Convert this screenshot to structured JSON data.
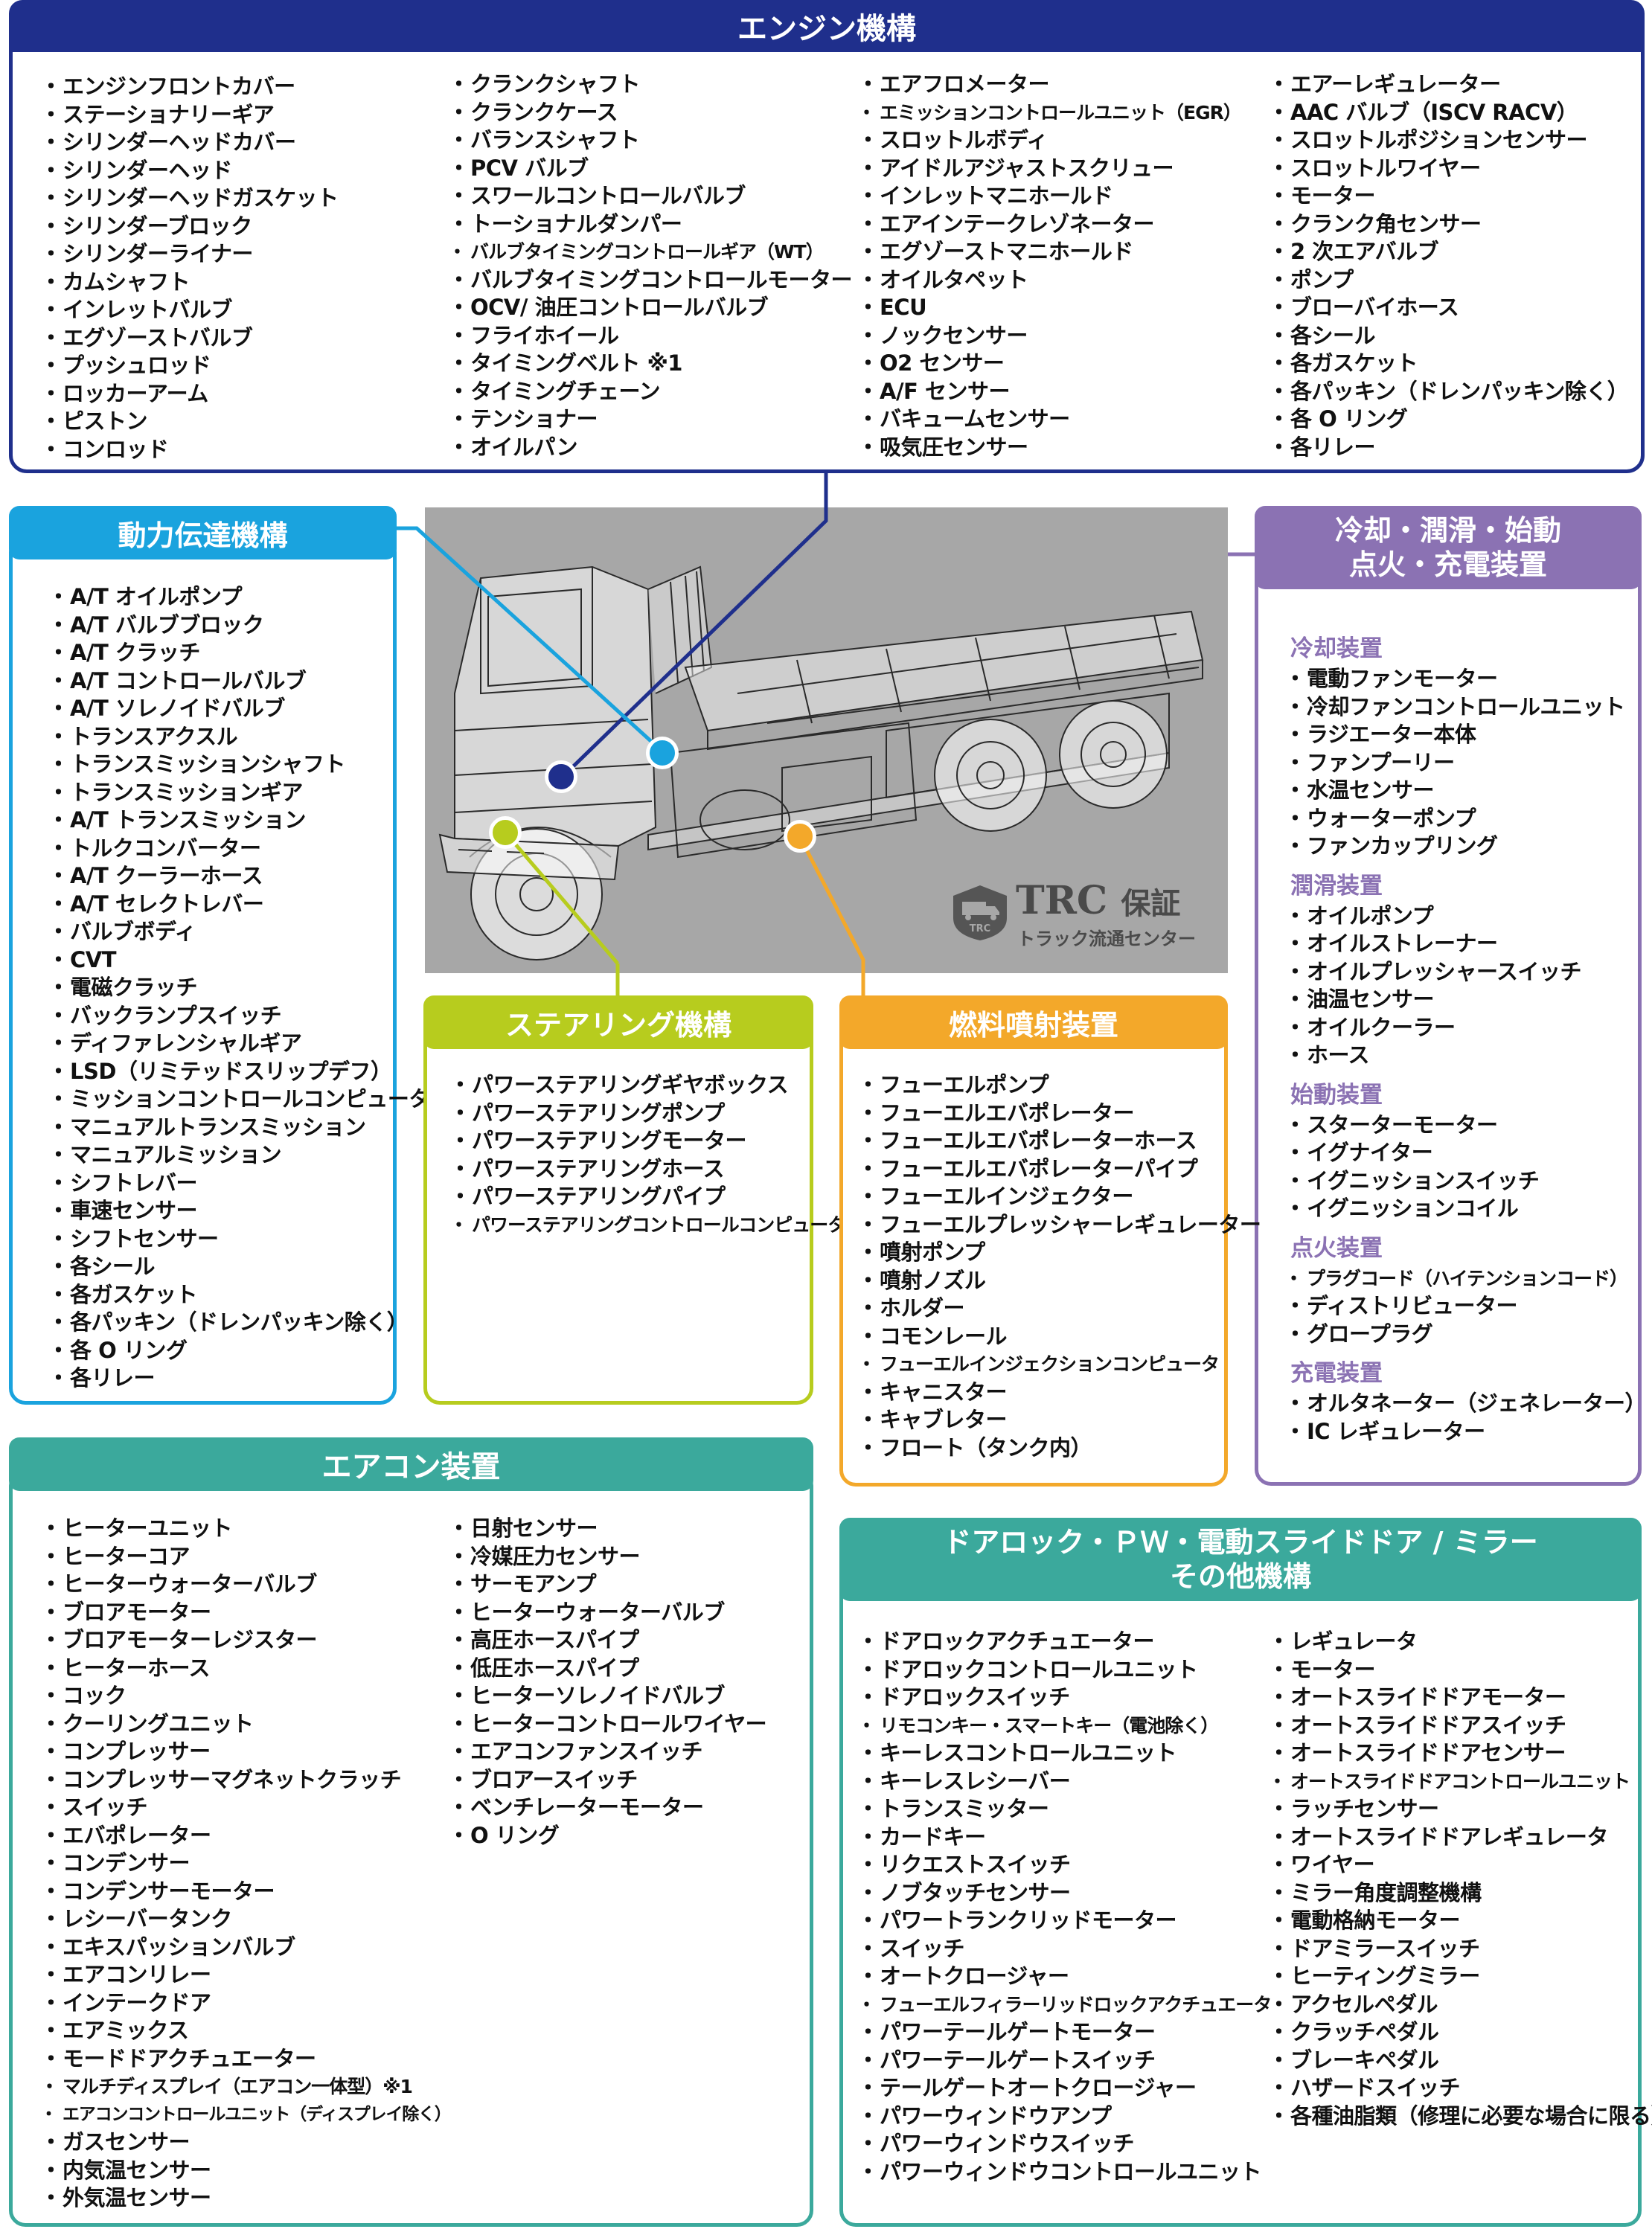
{
  "engine": {
    "title": "エンジン機構",
    "color": "#1f2f8c",
    "col1": [
      "エンジンフロントカバー",
      "ステーショナリーギア",
      "シリンダーヘッドカバー",
      "シリンダーヘッド",
      "シリンダーヘッドガスケット",
      "シリンダーブロック",
      "シリンダーライナー",
      "カムシャフト",
      "インレットバルブ",
      "エグゾーストバルブ",
      "プッシュロッド",
      "ロッカーアーム",
      "ピストン",
      "コンロッド"
    ],
    "col2": [
      "クランクシャフト",
      "クランクケース",
      "バランスシャフト",
      "PCV バルブ",
      "スワールコントロールバルブ",
      "トーショナルダンパー",
      "バルブタイミングコントロールギア（WT）",
      "バルブタイミングコントロールモーター",
      "OCV/ 油圧コントロールバルブ",
      "フライホイール",
      "タイミングベルト ※1",
      "タイミングチェーン",
      "テンショナー",
      "オイルパン"
    ],
    "col3": [
      "エアフロメーター",
      "エミッションコントロールユニット（EGR）",
      "スロットルボディ",
      "アイドルアジャストスクリュー",
      "インレットマニホールド",
      "エアインテークレゾネーター",
      "エグゾーストマニホールド",
      "オイルタペット",
      "ECU",
      "ノックセンサー",
      "O2 センサー",
      "A/F センサー",
      "バキュームセンサー",
      "吸気圧センサー"
    ],
    "col4": [
      "エアーレギュレーター",
      "AAC バルブ（ISCV RACV）",
      "スロットルポジションセンサー",
      "スロットルワイヤー",
      "モーター",
      "クランク角センサー",
      "2 次エアバルブ",
      "ポンプ",
      "ブローバイホース",
      "各シール",
      "各ガスケット",
      "各パッキン（ドレンパッキン除く）",
      "各 O リング",
      "各リレー"
    ]
  },
  "power": {
    "title": "動力伝達機構",
    "color": "#1aa3de",
    "items": [
      "A/T オイルポンプ",
      "A/T バルブブロック",
      "A/T クラッチ",
      "A/T コントロールバルブ",
      "A/T ソレノイドバルブ",
      "トランスアクスル",
      "トランスミッションシャフト",
      "トランスミッションギア",
      "A/T トランスミッション",
      "トルクコンバーター",
      "A/T クーラーホース",
      "A/T セレクトレバー",
      "バルブボディ",
      "CVT",
      "電磁クラッチ",
      "バックランプスイッチ",
      "ディファレンシャルギア",
      "LSD（リミテッドスリップデフ）",
      "ミッションコントロールコンピュータ",
      "マニュアルトランスミッション",
      "マニュアルミッション",
      "シフトレバー",
      "車速センサー",
      "シフトセンサー",
      "各シール",
      "各ガスケット",
      "各パッキン（ドレンパッキン除く）",
      "各 O リング",
      "各リレー"
    ]
  },
  "cooling": {
    "title_line1": "冷却・潤滑・始動",
    "title_line2": "点火・充電装置",
    "color": "#8b72b3",
    "groups": [
      {
        "name": "冷却装置",
        "items": [
          "電動ファンモーター",
          "冷却ファンコントロールユニット",
          "ラジエーター本体",
          "ファンプーリー",
          "水温センサー",
          "ウォーターポンプ",
          "ファンカップリング"
        ]
      },
      {
        "name": "潤滑装置",
        "items": [
          "オイルポンプ",
          "オイルストレーナー",
          "オイルプレッシャースイッチ",
          "油温センサー",
          "オイルクーラー",
          "ホース"
        ]
      },
      {
        "name": "始動装置",
        "items": [
          "スターターモーター",
          "イグナイター",
          "イグニッションスイッチ",
          "イグニッションコイル"
        ]
      },
      {
        "name": "点火装置",
        "items": [
          "プラグコード（ハイテンションコード）",
          "ディストリビューター",
          "グロープラグ"
        ]
      },
      {
        "name": "充電装置",
        "items": [
          "オルタネーター（ジェネレーター）",
          "IC レギュレーター"
        ]
      }
    ]
  },
  "steering": {
    "title": "ステアリング機構",
    "color": "#b7cc1e",
    "items": [
      "パワーステアリングギヤボックス",
      "パワーステアリングポンプ",
      "パワーステアリングモーター",
      "パワーステアリングホース",
      "パワーステアリングパイプ",
      "パワーステアリングコントロールコンピュータ"
    ]
  },
  "fuel": {
    "title": "燃料噴射装置",
    "color": "#f3a82a",
    "items": [
      "フューエルポンプ",
      "フューエルエバポレーター",
      "フューエルエバポレーターホース",
      "フューエルエバポレーターパイプ",
      "フューエルインジェクター",
      "フューエルプレッシャーレギュレーター",
      "噴射ポンプ",
      "噴射ノズル",
      "ホルダー",
      "コモンレール",
      "フューエルインジェクションコンピュータ",
      "キャニスター",
      "キャブレター",
      "フロート（タンク内）"
    ]
  },
  "aircon": {
    "title": "エアコン装置",
    "color": "#3ba99c",
    "col1": [
      "ヒーターユニット",
      "ヒーターコア",
      "ヒーターウォーターバルブ",
      "ブロアモーター",
      "ブロアモーターレジスター",
      "ヒーターホース",
      "コック",
      "クーリングユニット",
      "コンプレッサー",
      "コンプレッサーマグネットクラッチ",
      "スイッチ",
      "エバポレーター",
      "コンデンサー",
      "コンデンサーモーター",
      "レシーバータンク",
      "エキスパッションバルブ",
      "エアコンリレー",
      "インテークドア",
      "エアミックス",
      "モードドアクチュエーター",
      "マルチディスプレイ（エアコン一体型）※1",
      "エアコンコントロールユニット（ディスプレイ除く）",
      "ガスセンサー",
      "内気温センサー",
      "外気温センサー"
    ],
    "col2": [
      "日射センサー",
      "冷媒圧力センサー",
      "サーモアンプ",
      "ヒーターウォーターバルブ",
      "高圧ホースパイプ",
      "低圧ホースパイプ",
      "ヒーターソレノイドバルブ",
      "ヒーターコントロールワイヤー",
      "エアコンファンスイッチ",
      "ブロアースイッチ",
      "ベンチレーターモーター",
      "O リング"
    ]
  },
  "door": {
    "title_line1": "ドアロック・ＰＷ・電動スライドドア / ミラー",
    "title_line2": "その他機構",
    "color": "#3ba99c",
    "col1": [
      "ドアロックアクチュエーター",
      "ドアロックコントロールユニット",
      "ドアロックスイッチ",
      "リモコンキー・スマートキー（電池除く）",
      "キーレスコントロールユニット",
      "キーレスレシーバー",
      "トランスミッター",
      "カードキー",
      "リクエストスイッチ",
      "ノブタッチセンサー",
      "パワートランクリッドモーター",
      "スイッチ",
      "オートクロージャー",
      "フューエルフィラーリッドロックアクチュエータ",
      "パワーテールゲートモーター",
      "パワーテールゲートスイッチ",
      "テールゲートオートクロージャー",
      "パワーウィンドウアンプ",
      "パワーウィンドウスイッチ",
      "パワーウィンドウコントロールユニット"
    ],
    "col2": [
      "レギュレータ",
      "モーター",
      "オートスライドドアモーター",
      "オートスライドドアスイッチ",
      "オートスライドドアセンサー",
      "オートスライドドアコントロールユニット",
      "ラッチセンサー",
      "オートスライドドアレギュレータ",
      "ワイヤー",
      "ミラー角度調整機構",
      "電動格納モーター",
      "ドアミラースイッチ",
      "ヒーティングミラー",
      "アクセルペダル",
      "クラッチペダル",
      "ブレーキペダル",
      "ハザードスイッチ",
      "各種油脂類（修理に必要な場合に限る）"
    ]
  },
  "logo": {
    "mark": "TRC",
    "label": "保証",
    "sub": "トラック流通センター",
    "badge": "TRC"
  }
}
